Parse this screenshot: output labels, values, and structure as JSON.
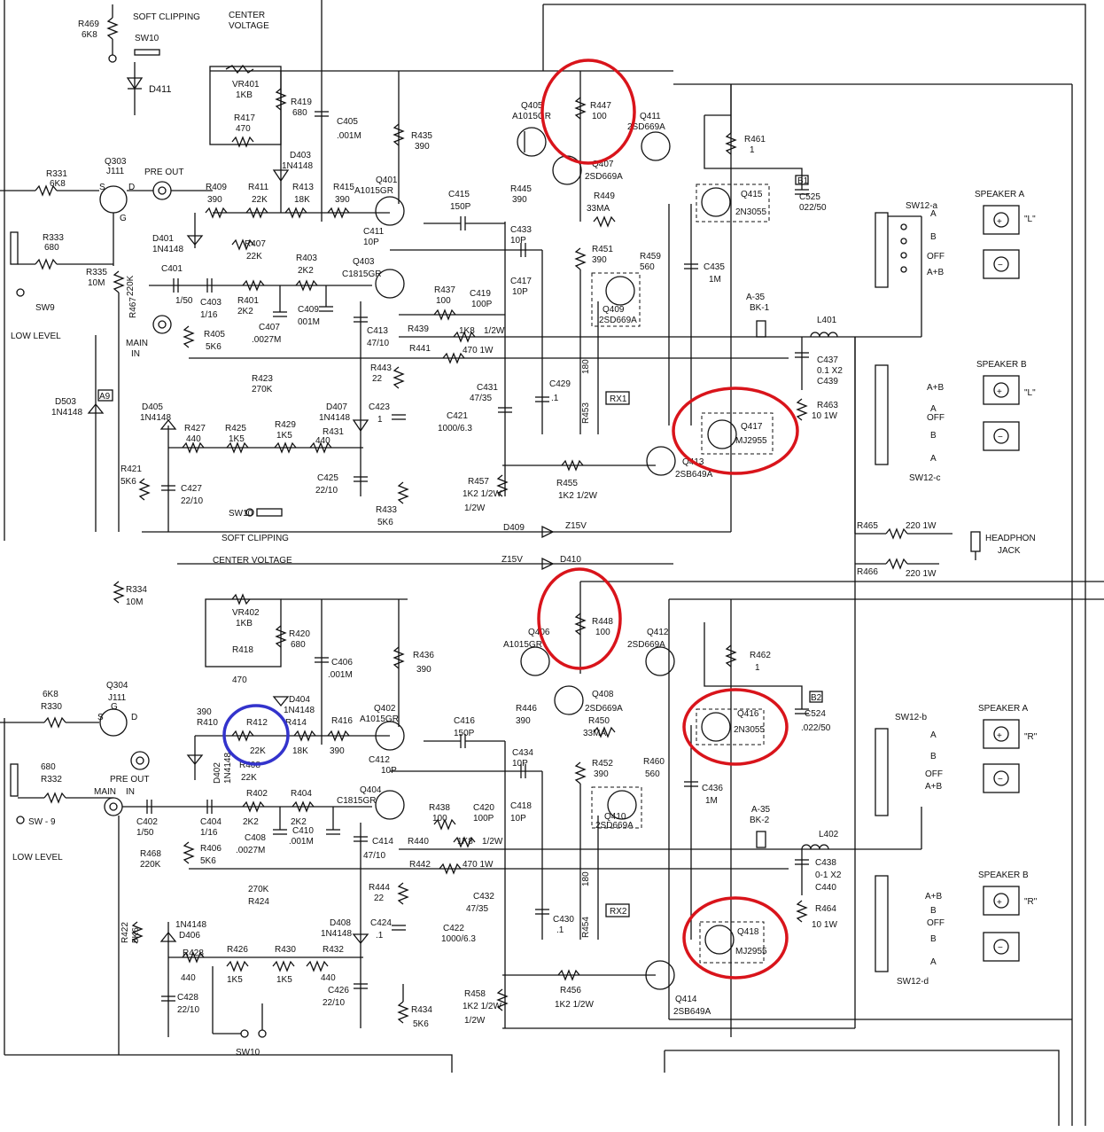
{
  "colors": {
    "ink": "#111111",
    "highlight_red": "#d9141b",
    "highlight_blue": "#3333cc"
  },
  "labels": {
    "soft_clipping_top": "SOFT CLIPPING",
    "center_voltage_top": "CENTER",
    "center_voltage_top2": "VOLTAGE",
    "soft_clipping_mid": "SOFT CLIPPING",
    "center_voltage_mid": "CENTER VOLTAGE",
    "pre_out_top": "PRE OUT",
    "main_in_top": "MAIN",
    "main_in_top2": "IN",
    "low_level_top": "LOW LEVEL",
    "sw9_top": "SW9",
    "pre_out_bot": "PRE OUT",
    "main_in_bot": "MAIN",
    "main_in_bot2": "IN",
    "low_level_bot": "LOW LEVEL",
    "sw9_bot": "SW - 9",
    "headphone": "HEADPHON",
    "headphone2": "JACK",
    "speaker_a1": "SPEAKER A",
    "speaker_b1": "SPEAKER B",
    "speaker_a2": "SPEAKER A",
    "speaker_b2": "SPEAKER B",
    "l1": "\"L\"",
    "l2": "\"L\"",
    "r1": "\"R\"",
    "r2": "\"R\"",
    "sw12a": "SW12-a",
    "sw12c": "SW12-c",
    "sw12b": "SW12-b",
    "sw12d": "SW12-d",
    "b1": "B1",
    "b2": "B2",
    "a9": "A9",
    "rx1": "RX1",
    "rx2": "RX2"
  },
  "components": [
    {
      "ref": "R469",
      "val": "6K8"
    },
    {
      "ref": "SW10",
      "val": ""
    },
    {
      "ref": "D411",
      "val": ""
    },
    {
      "ref": "VR401",
      "val": "1KB"
    },
    {
      "ref": "R419",
      "val": "680"
    },
    {
      "ref": "R417",
      "val": "470"
    },
    {
      "ref": "D403",
      "val": "1N4148"
    },
    {
      "ref": "C405",
      "val": ".001M"
    },
    {
      "ref": "R435",
      "val": "390"
    },
    {
      "ref": "Q405",
      "val": "A1015GR"
    },
    {
      "ref": "R447",
      "val": "100"
    },
    {
      "ref": "Q411",
      "val": "2SD669A"
    },
    {
      "ref": "Q407",
      "val": "2SD669A"
    },
    {
      "ref": "R461",
      "val": "1"
    },
    {
      "ref": "C525",
      "val": "022/50"
    },
    {
      "ref": "R331",
      "val": "6K8"
    },
    {
      "ref": "Q303",
      "val": "J111"
    },
    {
      "ref": "R333",
      "val": "680"
    },
    {
      "ref": "R409",
      "val": "390"
    },
    {
      "ref": "R411",
      "val": "22K"
    },
    {
      "ref": "R413",
      "val": "18K"
    },
    {
      "ref": "R415",
      "val": "390"
    },
    {
      "ref": "Q401",
      "val": "A1015GR"
    },
    {
      "ref": "C415",
      "val": "150P"
    },
    {
      "ref": "R445",
      "val": "390"
    },
    {
      "ref": "R449",
      "val": "33MA"
    },
    {
      "ref": "Q415",
      "val": "2N3055"
    },
    {
      "ref": "D401",
      "val": "1N4148"
    },
    {
      "ref": "R407",
      "val": "22K"
    },
    {
      "ref": "C411",
      "val": "10P"
    },
    {
      "ref": "C433",
      "val": "10P"
    },
    {
      "ref": "R451",
      "val": "390"
    },
    {
      "ref": "R459",
      "val": "560"
    },
    {
      "ref": "C435",
      "val": "1M"
    },
    {
      "ref": "R335",
      "val": "10M"
    },
    {
      "ref": "C401",
      "val": "1/50"
    },
    {
      "ref": "C403",
      "val": "1/16"
    },
    {
      "ref": "R401",
      "val": "2K2"
    },
    {
      "ref": "R403",
      "val": "2K2"
    },
    {
      "ref": "Q403",
      "val": "C1815GR"
    },
    {
      "ref": "R437",
      "val": "100"
    },
    {
      "ref": "C419",
      "val": "100P"
    },
    {
      "ref": "C417",
      "val": "10P"
    },
    {
      "ref": "Q409",
      "val": "2SD669A"
    },
    {
      "ref": "R467",
      "val": "220K"
    },
    {
      "ref": "C407",
      "val": ".0027M"
    },
    {
      "ref": "C409",
      "val": "001M"
    },
    {
      "ref": "R405",
      "val": "5K6"
    },
    {
      "ref": "C413",
      "val": "47/10"
    },
    {
      "ref": "R439",
      "val": "1K8"
    },
    {
      "ref": "R441",
      "val": "470 1W"
    },
    {
      "ref": "BK-1",
      "val": "A-35"
    },
    {
      "ref": "L401",
      "val": ""
    },
    {
      "ref": "C437",
      "val": "0.1 X2"
    },
    {
      "ref": "C439",
      "val": ""
    },
    {
      "ref": "R423",
      "val": "270K"
    },
    {
      "ref": "R443",
      "val": "22"
    },
    {
      "ref": "C431",
      "val": "47/35"
    },
    {
      "ref": "C429",
      "val": ".1"
    },
    {
      "ref": "R453",
      "val": "180"
    },
    {
      "ref": "R463",
      "val": "10 1W"
    },
    {
      "ref": "D503",
      "val": "1N4148"
    },
    {
      "ref": "D405",
      "val": "1N4148"
    },
    {
      "ref": "D407",
      "val": "1N4148"
    },
    {
      "ref": "C423",
      "val": "1"
    },
    {
      "ref": "C421",
      "val": "1000/6.3"
    },
    {
      "ref": "Q417",
      "val": "MJ2955"
    },
    {
      "ref": "R427",
      "val": "440"
    },
    {
      "ref": "R425",
      "val": "1K5"
    },
    {
      "ref": "R429",
      "val": "1K5"
    },
    {
      "ref": "R431",
      "val": "440"
    },
    {
      "ref": "R421",
      "val": "5K6"
    },
    {
      "ref": "C427",
      "val": "22/10"
    },
    {
      "ref": "C425",
      "val": "22/10"
    },
    {
      "ref": "R457",
      "val": "1K2 1/2W"
    },
    {
      "ref": "R455",
      "val": "1K2 1/2W"
    },
    {
      "ref": "Q413",
      "val": "2SB649A"
    },
    {
      "ref": "R433",
      "val": "5K6"
    },
    {
      "ref": "D409",
      "val": "Z15V"
    },
    {
      "ref": "R465",
      "val": "220 1W"
    },
    {
      "ref": "R466",
      "val": "220 1W"
    },
    {
      "ref": "D410",
      "val": "Z15V"
    },
    {
      "ref": "R334",
      "val": "10M"
    },
    {
      "ref": "VR402",
      "val": "1KB"
    },
    {
      "ref": "R420",
      "val": "680"
    },
    {
      "ref": "R418",
      "val": "470"
    },
    {
      "ref": "C406",
      "val": ".001M"
    },
    {
      "ref": "R436",
      "val": "390"
    },
    {
      "ref": "Q406",
      "val": "A1015GR"
    },
    {
      "ref": "R448",
      "val": "100"
    },
    {
      "ref": "Q412",
      "val": "2SD669A"
    },
    {
      "ref": "R462",
      "val": "1"
    },
    {
      "ref": "Q304",
      "val": "J111"
    },
    {
      "ref": "R330",
      "val": "6K8"
    },
    {
      "ref": "D404",
      "val": "1N4148"
    },
    {
      "ref": "R410",
      "val": "390"
    },
    {
      "ref": "R412",
      "val": "22K"
    },
    {
      "ref": "R414",
      "val": "18K"
    },
    {
      "ref": "R416",
      "val": "390"
    },
    {
      "ref": "Q402",
      "val": "A1015GR"
    },
    {
      "ref": "C416",
      "val": "150P"
    },
    {
      "ref": "R446",
      "val": "390"
    },
    {
      "ref": "Q408",
      "val": "2SD669A"
    },
    {
      "ref": "R450",
      "val": "33MA"
    },
    {
      "ref": "Q416",
      "val": "2N3055"
    },
    {
      "ref": "C524",
      "val": ".022/50"
    },
    {
      "ref": "R332",
      "val": "680"
    },
    {
      "ref": "D402",
      "val": "1N4148"
    },
    {
      "ref": "R408",
      "val": "22K"
    },
    {
      "ref": "C412",
      "val": "10P"
    },
    {
      "ref": "C434",
      "val": "10P"
    },
    {
      "ref": "R452",
      "val": "390"
    },
    {
      "ref": "R460",
      "val": "560"
    },
    {
      "ref": "C436",
      "val": "1M"
    },
    {
      "ref": "C402",
      "val": "1/50"
    },
    {
      "ref": "C404",
      "val": "1/16"
    },
    {
      "ref": "R402",
      "val": "2K2"
    },
    {
      "ref": "R404",
      "val": "2K2"
    },
    {
      "ref": "Q404",
      "val": "C1815GR"
    },
    {
      "ref": "R438",
      "val": "100"
    },
    {
      "ref": "C420",
      "val": "100P"
    },
    {
      "ref": "C418",
      "val": "10P"
    },
    {
      "ref": "Q410",
      "val": "2SD669A"
    },
    {
      "ref": "BK-2",
      "val": "A-35"
    },
    {
      "ref": "L402",
      "val": ""
    },
    {
      "ref": "R468",
      "val": "220K"
    },
    {
      "ref": "R406",
      "val": "5K6"
    },
    {
      "ref": "C408",
      "val": ".0027M"
    },
    {
      "ref": "C410",
      "val": ".001M"
    },
    {
      "ref": "C414",
      "val": "47/10"
    },
    {
      "ref": "R440",
      "val": "1K8"
    },
    {
      "ref": "R442",
      "val": "470 1W"
    },
    {
      "ref": "C438",
      "val": "0-1 X2"
    },
    {
      "ref": "C440",
      "val": ""
    },
    {
      "ref": "R424",
      "val": "270K"
    },
    {
      "ref": "R444",
      "val": "22"
    },
    {
      "ref": "C432",
      "val": "47/35"
    },
    {
      "ref": "C430",
      "val": ".1"
    },
    {
      "ref": "R454",
      "val": "180"
    },
    {
      "ref": "R464",
      "val": "10 1W"
    },
    {
      "ref": "R422",
      "val": "5K6"
    },
    {
      "ref": "D406",
      "val": "1N4148"
    },
    {
      "ref": "D408",
      "val": "1N4148"
    },
    {
      "ref": "C424",
      "val": ".1"
    },
    {
      "ref": "C422",
      "val": "1000/6.3"
    },
    {
      "ref": "R428",
      "val": "440"
    },
    {
      "ref": "R426",
      "val": "1K5"
    },
    {
      "ref": "R430",
      "val": "1K5"
    },
    {
      "ref": "R432",
      "val": "440"
    },
    {
      "ref": "Q418",
      "val": "MJ2955"
    },
    {
      "ref": "C428",
      "val": "22/10"
    },
    {
      "ref": "C426",
      "val": "22/10"
    },
    {
      "ref": "R458",
      "val": "1K2 1/2W"
    },
    {
      "ref": "R456",
      "val": "1K2 1/2W"
    },
    {
      "ref": "Q414",
      "val": "2SB649A"
    },
    {
      "ref": "R434",
      "val": "5K6"
    }
  ],
  "switch_positions": {
    "sw12a": [
      "A",
      "B",
      "OFF",
      "A+B"
    ],
    "sw12c": [
      "A+B",
      "A",
      "OFF",
      "B",
      "A"
    ],
    "sw12b": [
      "A",
      "B",
      "OFF",
      "A+B"
    ],
    "sw12d": [
      "A+B",
      "B",
      "OFF",
      "B",
      "A"
    ]
  }
}
